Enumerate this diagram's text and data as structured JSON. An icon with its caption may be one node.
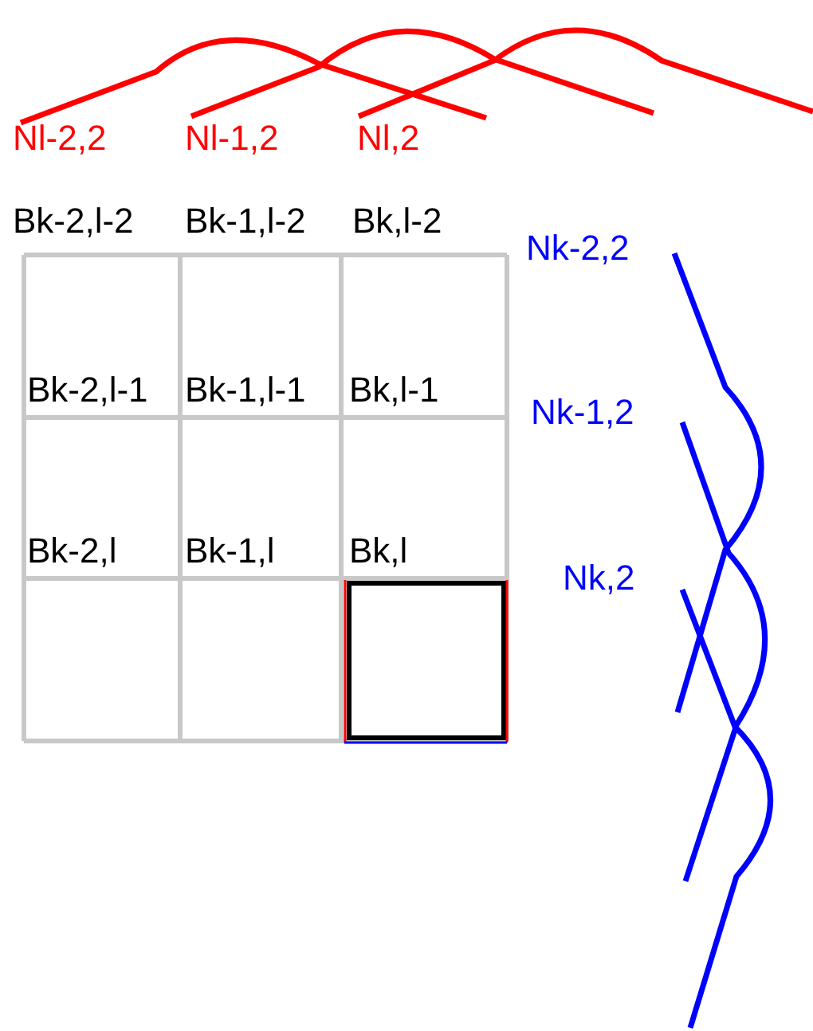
{
  "diagram": {
    "labels": [
      "Nl-2,2",
      "Nl-1,2",
      "Nl,2",
      "Bk-2,l-2",
      "Bk-1,l-2",
      "Bk,l-2",
      "Nk-2,2",
      "Bk-2,l-1",
      "Bk-1,l-1",
      "Bk,l-1",
      "Nk-1,2",
      "Bk-2,l",
      "Bk-1,l",
      "Bk,l",
      "Nk,2"
    ]
  }
}
